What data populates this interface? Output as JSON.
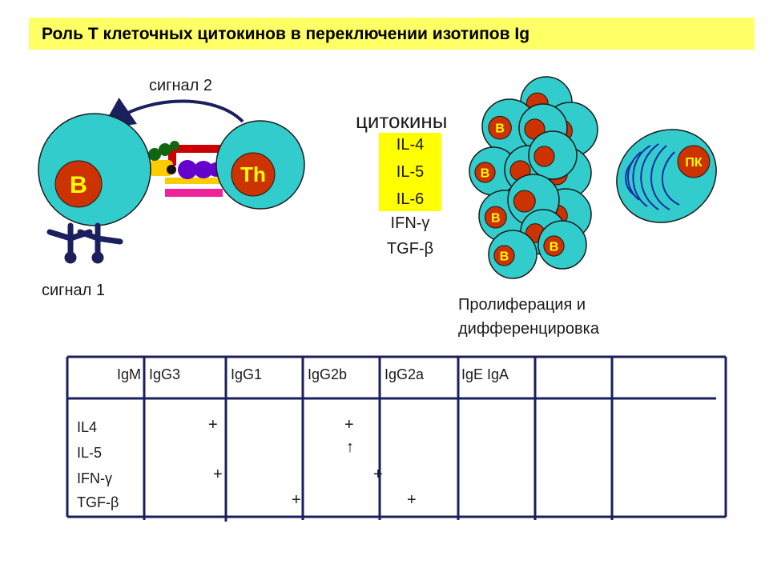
{
  "title": "Роль Т клеточных цитокинов в переключении изотипов Ig",
  "diagram": {
    "signal2": "сигнал 2",
    "signal1": "сигнал 1",
    "b_cell": "B",
    "th_cell": "Th",
    "cytokines_title": "цитокины",
    "cytokines": [
      "IL-4",
      "IL-5",
      "IL-6",
      "IFN-γ",
      "TGF-β"
    ],
    "cluster_label": "B",
    "plasma_label": "ПК",
    "proliferation": [
      "Пролиферация и",
      "дифференцировка"
    ]
  },
  "table": {
    "headers": [
      "IgM",
      "IgG3",
      "IgG1",
      "IgG2b",
      "IgG2a",
      "IgE IgA"
    ],
    "rows": [
      "IL4",
      "IL-5",
      "IFN-γ",
      "TGF-β"
    ],
    "plus": "+",
    "arrow": "↑"
  },
  "colors": {
    "title_bg": "#ffff66",
    "cell": "#33cccc",
    "nucleus": "#cc3300",
    "nucleus_text": "#ffff00",
    "grid": "#1a1f5e",
    "highlight": "#ffff00"
  }
}
